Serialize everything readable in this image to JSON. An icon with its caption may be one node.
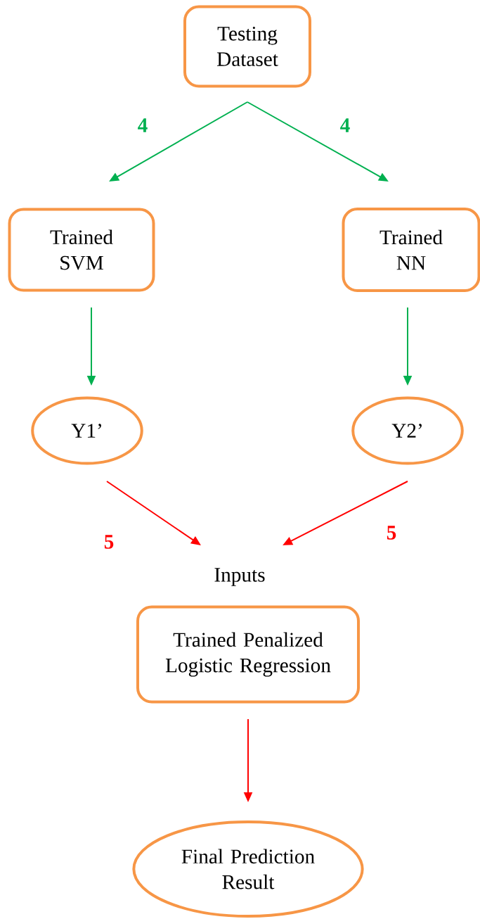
{
  "diagram": {
    "nodes": [
      {
        "text": [
          "Testing Dataset"
        ]
      },
      {
        "text": [
          "Trained SVM"
        ]
      },
      {
        "text": [
          "Trained NN"
        ]
      },
      {
        "text": [
          "Y1’"
        ]
      },
      {
        "text": [
          "Y2’"
        ]
      },
      {
        "text": [
          "Inputs"
        ]
      },
      {
        "text": [
          "Trained Penalized Logistic Regression"
        ]
      },
      {
        "text": [
          "Final Prediction Result"
        ]
      }
    ],
    "edges": [
      {
        "from": 0,
        "to": 1,
        "arrow": "to",
        "label": "4",
        "color": "#00b050"
      },
      {
        "from": 0,
        "to": 2,
        "arrow": "to",
        "label": "4",
        "color": "#00b050"
      },
      {
        "from": 1,
        "to": 3,
        "arrow": "to",
        "color": "#00b050"
      },
      {
        "from": 2,
        "to": 4,
        "arrow": "to",
        "color": "#00b050"
      },
      {
        "from": 3,
        "to": 5,
        "arrow": "to",
        "label": "5",
        "color": "#ff0000"
      },
      {
        "from": 4,
        "to": 5,
        "arrow": "to",
        "label": "5",
        "color": "#ff0000"
      },
      {
        "from": 6,
        "to": 7,
        "arrow": "to",
        "color": "#ff0000"
      }
    ]
  }
}
